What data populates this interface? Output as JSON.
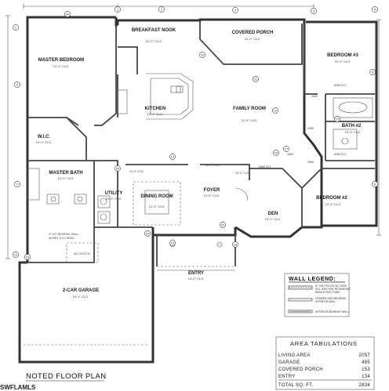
{
  "rooms": {
    "master_bedroom": {
      "name": "MASTER BEDROOM",
      "dim": "13'-0\" CLG."
    },
    "breakfast_nook": {
      "name": "BREAKFAST NOOK",
      "dim": "10'-0\" CLG."
    },
    "covered_porch": {
      "name": "COVERED PORCH",
      "dim": "10'-0\" CLG."
    },
    "bedroom_3": {
      "name": "BEDROOM #3",
      "dim": "10'-0\" CLG."
    },
    "kitchen": {
      "name": "KITCHEN",
      "dim": "10'-0\" CLG."
    },
    "family_room": {
      "name": "FAMILY ROOM",
      "dim": "12'-0\" CLG."
    },
    "wic": {
      "name": "W.I.C.",
      "dim": "10'-0\" CLG."
    },
    "bath_2": {
      "name": "BATH #2",
      "dim": "10'-0\" CLG."
    },
    "master_bath": {
      "name": "MASTER BATH",
      "dim": "10'-0\" CLG."
    },
    "utility": {
      "name": "UTILITY",
      "dim": "10'-0\" CLG."
    },
    "dining_room": {
      "name": "DINING ROOM",
      "dim": "12'-0\" CLG."
    },
    "foyer": {
      "name": "FOYER",
      "dim": "14'-0\" CLG."
    },
    "den": {
      "name": "DEN",
      "dim": "10'-0\" CLG."
    },
    "bedroom_2": {
      "name": "BEDROOM #2",
      "dim": "10'-0\" CLG."
    },
    "entry": {
      "name": "ENTRY",
      "dim": "14'-0\" CLG."
    },
    "garage": {
      "name": "2-CAR GARAGE",
      "dim": "10'-0\" CLG."
    }
  },
  "notes": {
    "bearing_wall": "4\" INT. BEARING WALL",
    "bearing_wall_sub": "W/ MIN. R-13 INSUL.",
    "attic": "A/C IN ATTIC",
    "sliders_1": "6080 S.G.",
    "sliders_2": "5080 S.G.",
    "sliders_3": "6080 S.G.",
    "closet_1": "2680",
    "closet_2": "2480",
    "closet_3": "2680",
    "closet_4": "2680",
    "clg_1": "10'-0\" CLG.",
    "clg_2": "10'-0\" CLG.",
    "clg_3": "12'-0\" CLG."
  },
  "callouts": [
    "24",
    "C",
    "1",
    "2",
    "3",
    "4",
    "5",
    "6",
    "7",
    "8",
    "9",
    "10",
    "11",
    "12",
    "13",
    "14",
    "15",
    "16",
    "17",
    "18",
    "19",
    "20",
    "21",
    "22",
    "23"
  ],
  "legend": {
    "title": "WALL LEGEND:",
    "items": [
      {
        "line1": "8\" CMU FILLED W/ CORE",
        "line2": "FILL 3000 FIRE RETARDANT",
        "line3": "INSULATING FOAM"
      },
      {
        "line1": "FRAMED NON-BEARING",
        "line2": "INTERIOR WALL",
        "line3": ""
      },
      {
        "line1": "INTERIOR BEARING WALL",
        "line2": "",
        "line3": ""
      }
    ]
  },
  "area_tabulations": {
    "title": "AREA TABULATIONS",
    "rows": [
      {
        "label": "LIVING AREA",
        "value": "2057"
      },
      {
        "label": "GARAGE",
        "value": "485"
      },
      {
        "label": "COVERED PORCH",
        "value": "153"
      },
      {
        "label": "ENTRY",
        "value": "134"
      }
    ],
    "total": {
      "label": "TOTAL SQ. FT.",
      "value": "2834"
    }
  },
  "title": "NOTED FLOOR PLAN",
  "watermark": "SWFLAMLS",
  "colors": {
    "line": "#333333",
    "paper": "#ffffff"
  }
}
